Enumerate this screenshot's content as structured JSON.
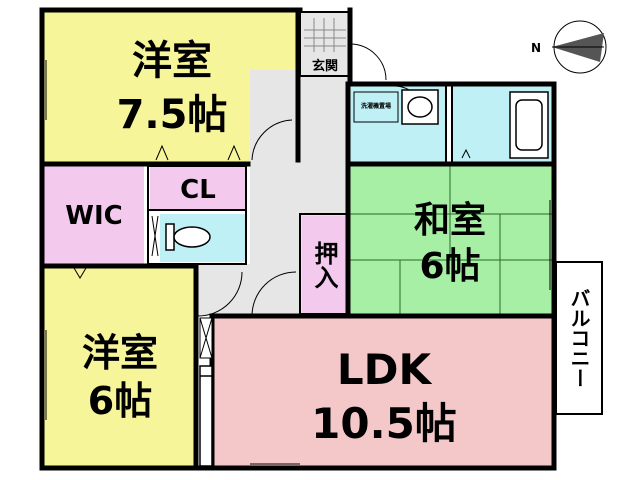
{
  "compass": {
    "north_label": "N",
    "icon": "north-arrow-icon"
  },
  "rooms": {
    "western_room_1": {
      "name": "洋室",
      "size": "7.5帖",
      "color": "#f6f59a"
    },
    "wic": {
      "name": "WIC",
      "color": "#f3c9ee"
    },
    "cl": {
      "name": "CL",
      "color": "#f3c9ee"
    },
    "western_room_2": {
      "name": "洋室",
      "size": "6帖",
      "color": "#f6f59a"
    },
    "japanese_room": {
      "name": "和室",
      "size": "6帖",
      "color": "#a6efa4"
    },
    "oshiire": {
      "name": "押入",
      "color": "#f3c9ee"
    },
    "ldk": {
      "name": "LDK",
      "size": "10.5帖",
      "color": "#f4c8c8"
    },
    "entrance": {
      "name": "玄関"
    },
    "laundry": {
      "name": "洗濯機置場"
    },
    "balcony": {
      "name": "バルコニー"
    },
    "wet_area_color": "#bff0f5",
    "hall_color": "#e6e6e6"
  }
}
